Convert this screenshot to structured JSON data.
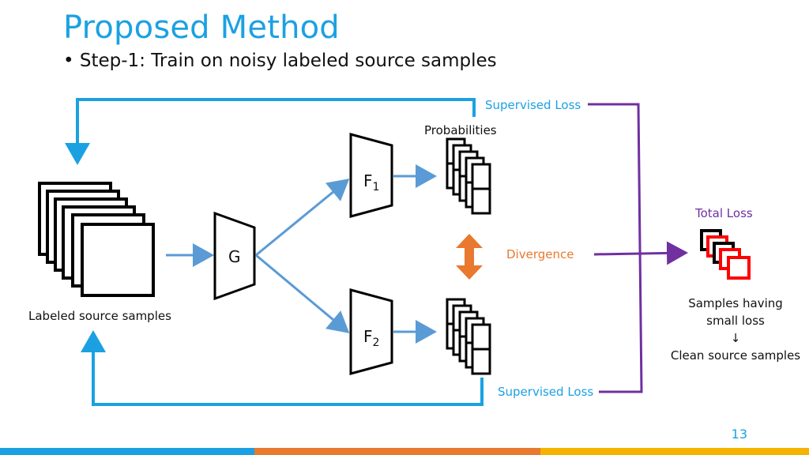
{
  "slide": {
    "title": "Proposed Method",
    "bullet": "Step-1: Train on noisy labeled source samples",
    "bullet_marker": "•",
    "page_number": "13"
  },
  "diagram": {
    "labels": {
      "supervised_loss_top": "Supervised Loss",
      "supervised_loss_bottom": "Supervised Loss",
      "probabilities": "Probabilities",
      "divergence": "Divergence",
      "total_loss": "Total Loss",
      "labeled_source": "Labeled source samples",
      "samples_small_loss_1": "Samples having",
      "samples_small_loss_2": "small loss",
      "down_arrow": "↓",
      "clean_source": "Clean source samples",
      "g": "G",
      "f_letter": "F",
      "f1_sub": "1",
      "f2_sub": "2"
    },
    "colors": {
      "title": "#1ba1e2",
      "loop_arrow": "#1ba1e2",
      "flow_arrow": "#5b9bd5",
      "divergence": "#e8792f",
      "total": "#7030a0",
      "clean_box": "#ff0000"
    }
  },
  "footer_bars": [
    "#1ba1e2",
    "#e8792f",
    "#f5b300"
  ]
}
